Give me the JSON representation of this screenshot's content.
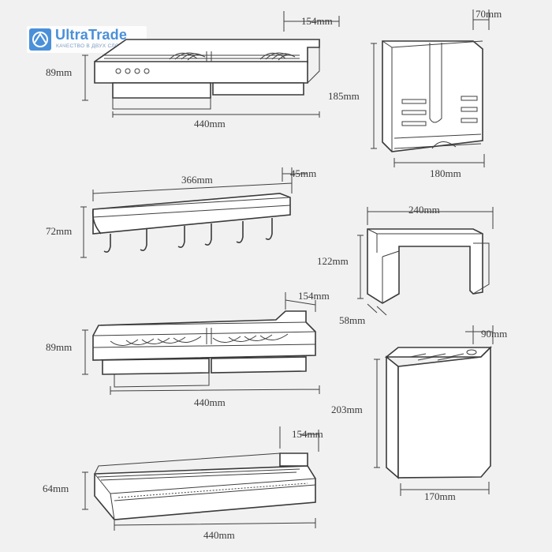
{
  "logo": {
    "brand": "UltraTrade",
    "tagline": "КАЧЕСТВО В ДВУХ СЛОВАХ",
    "accent_color": "#4a90d9"
  },
  "products": [
    {
      "id": "rack-top",
      "dims": {
        "height": "89mm",
        "depth": "154mm",
        "width": "440mm"
      }
    },
    {
      "id": "tissue-holder",
      "dims": {
        "depth": "70mm",
        "height": "185mm",
        "width": "180mm"
      }
    },
    {
      "id": "hook-rail",
      "dims": {
        "width": "366mm",
        "depth": "45mm",
        "height": "72mm"
      }
    },
    {
      "id": "board-holder",
      "dims": {
        "width": "240mm",
        "height": "122mm",
        "depth": "58mm"
      }
    },
    {
      "id": "rack-middle",
      "dims": {
        "depth": "154mm",
        "height": "89mm",
        "width": "440mm"
      }
    },
    {
      "id": "knife-block",
      "dims": {
        "depth": "90mm",
        "height": "203mm",
        "width": "170mm"
      }
    },
    {
      "id": "shelf-bottom",
      "dims": {
        "depth": "154mm",
        "height": "64mm",
        "width": "440mm"
      }
    }
  ]
}
